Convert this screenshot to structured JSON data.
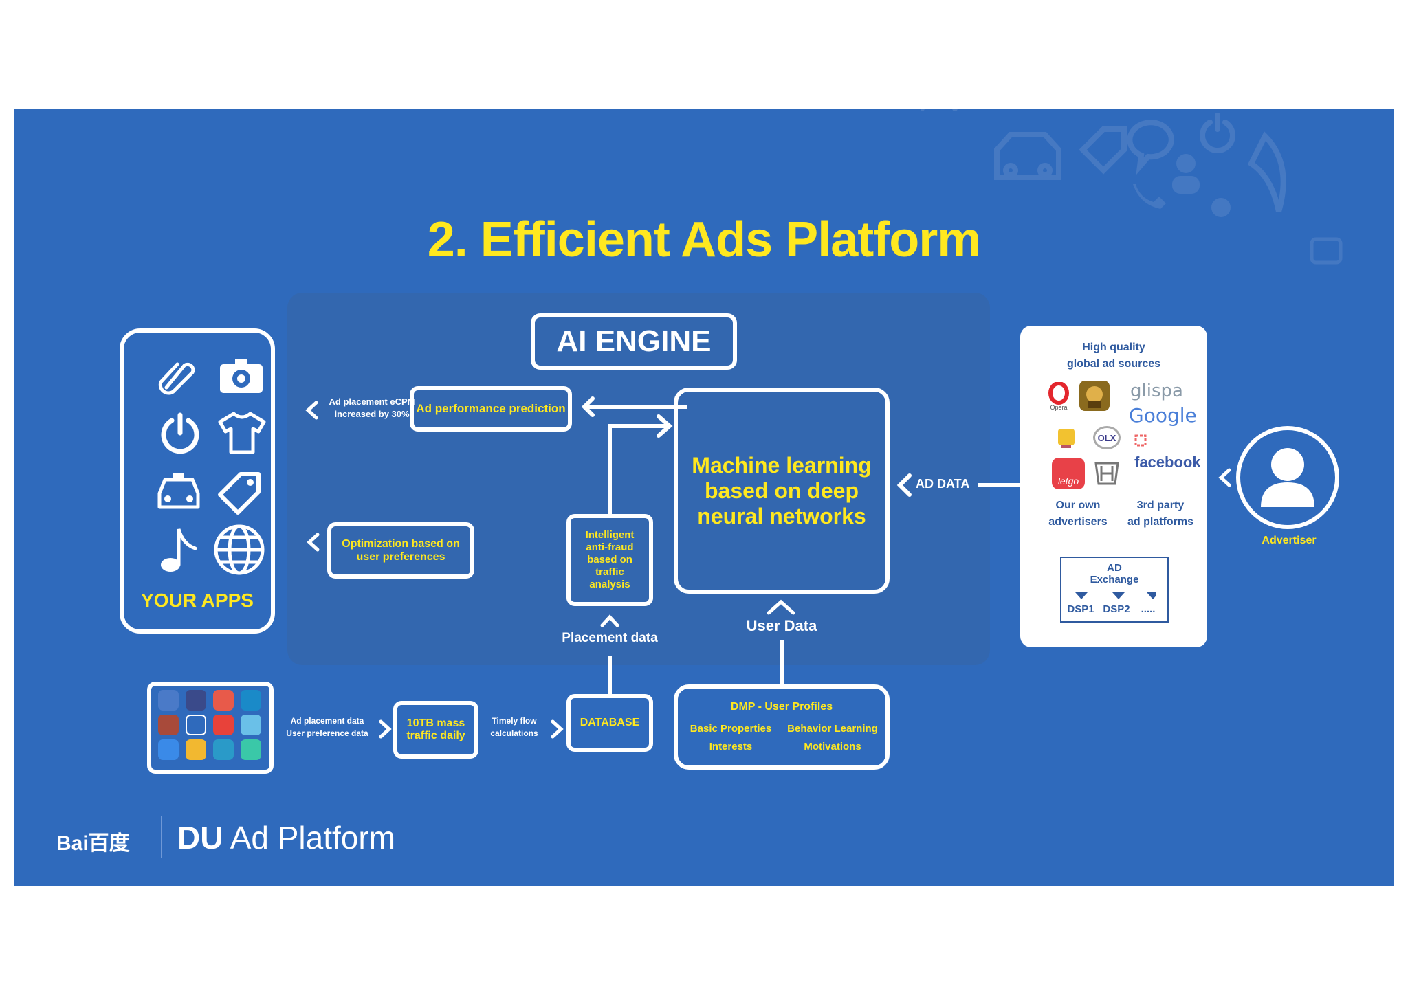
{
  "title": "2. Efficient Ads Platform",
  "ai_engine": {
    "label": "AI ENGINE",
    "ml_box": "Machine learning based on deep neural networks",
    "ad_performance": "Ad performance prediction",
    "ecpm_note_1": "Ad placement eCPM",
    "ecpm_note_2": "increased by 30%",
    "optimization_1": "Optimization based on",
    "optimization_2": "user preferences",
    "antifraud": [
      "Intelligent",
      "anti-fraud",
      "based on",
      "traffic",
      "analysis"
    ],
    "placement_data": "Placement data",
    "user_data": "User Data",
    "ad_data": "AD DATA"
  },
  "apps": {
    "label": "YOUR APPS",
    "icons": [
      "paperclip-icon",
      "camera-icon",
      "power-icon",
      "tshirt-icon",
      "car-icon",
      "tag-icon",
      "music-note-icon",
      "globe-icon"
    ]
  },
  "bottom_flow": {
    "ad_data_1": "Ad placement data",
    "ad_data_2": "User preference data",
    "traffic_1": "10TB mass",
    "traffic_2": "traffic daily",
    "timely_1": "Timely flow",
    "timely_2": "calculations",
    "database": "DATABASE",
    "dmp_title": "DMP - User Profiles",
    "dmp_basic": "Basic Properties",
    "dmp_behavior": "Behavior Learning",
    "dmp_interests": "Interests",
    "dmp_motivations": "Motivations"
  },
  "ad_sources": {
    "heading_1": "High quality",
    "heading_2": "global ad sources",
    "opera_label": "Opera",
    "glispa": "glispa",
    "google": "Google",
    "olx": "OLX",
    "facebook": "facebook",
    "letgo": "letgo",
    "own_1": "Our own",
    "own_2": "advertisers",
    "third_1": "3rd party",
    "third_2": "ad platforms",
    "exchange_1": "AD",
    "exchange_2": "Exchange",
    "dsp1": "DSP1",
    "dsp2": "DSP2",
    "dsp_more": "....."
  },
  "advertiser": "Advertiser",
  "footer": {
    "baidu": "Bai百度",
    "du": "DU",
    "ad_platform": "Ad Platform"
  },
  "colors": {
    "background": "#2f6abc",
    "accent_yellow": "#ffe81f",
    "white": "#ffffff"
  }
}
